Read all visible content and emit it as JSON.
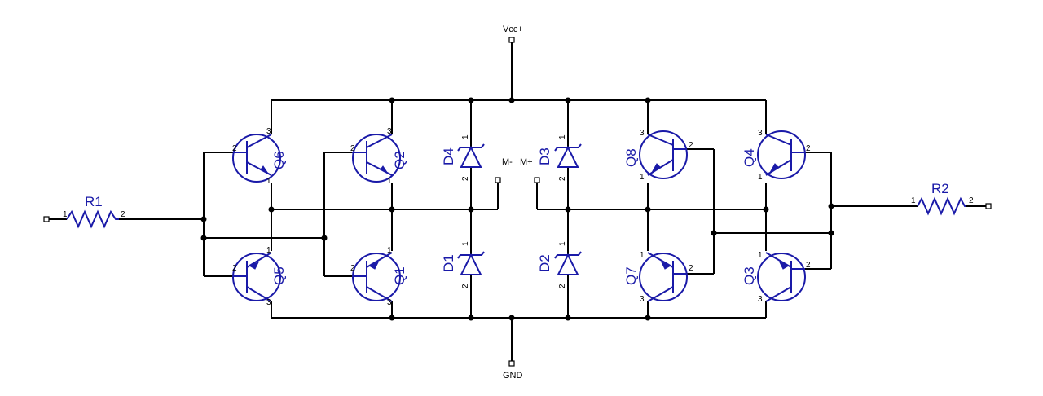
{
  "nets": {
    "vcc": "Vcc+",
    "gnd": "GND",
    "m_minus": "M-",
    "m_plus": "M+"
  },
  "resistors": [
    {
      "ref": "R1",
      "pin1": "1",
      "pin2": "2"
    },
    {
      "ref": "R2",
      "pin1": "1",
      "pin2": "2"
    }
  ],
  "transistors": [
    {
      "ref": "Q6",
      "type": "pnp",
      "pins": [
        "1",
        "2",
        "3"
      ]
    },
    {
      "ref": "Q2",
      "type": "pnp",
      "pins": [
        "1",
        "2",
        "3"
      ]
    },
    {
      "ref": "Q5",
      "type": "npn",
      "pins": [
        "1",
        "2",
        "3"
      ]
    },
    {
      "ref": "Q1",
      "type": "npn",
      "pins": [
        "1",
        "2",
        "3"
      ]
    },
    {
      "ref": "Q8",
      "type": "pnp",
      "pins": [
        "1",
        "2",
        "3"
      ]
    },
    {
      "ref": "Q4",
      "type": "pnp",
      "pins": [
        "1",
        "2",
        "3"
      ]
    },
    {
      "ref": "Q7",
      "type": "npn",
      "pins": [
        "1",
        "2",
        "3"
      ]
    },
    {
      "ref": "Q3",
      "type": "npn",
      "pins": [
        "1",
        "2",
        "3"
      ]
    }
  ],
  "diodes": [
    {
      "ref": "D4",
      "pin1": "1",
      "pin2": "2"
    },
    {
      "ref": "D3",
      "pin1": "1",
      "pin2": "2"
    },
    {
      "ref": "D1",
      "pin1": "1",
      "pin2": "2"
    },
    {
      "ref": "D2",
      "pin1": "1",
      "pin2": "2"
    }
  ]
}
